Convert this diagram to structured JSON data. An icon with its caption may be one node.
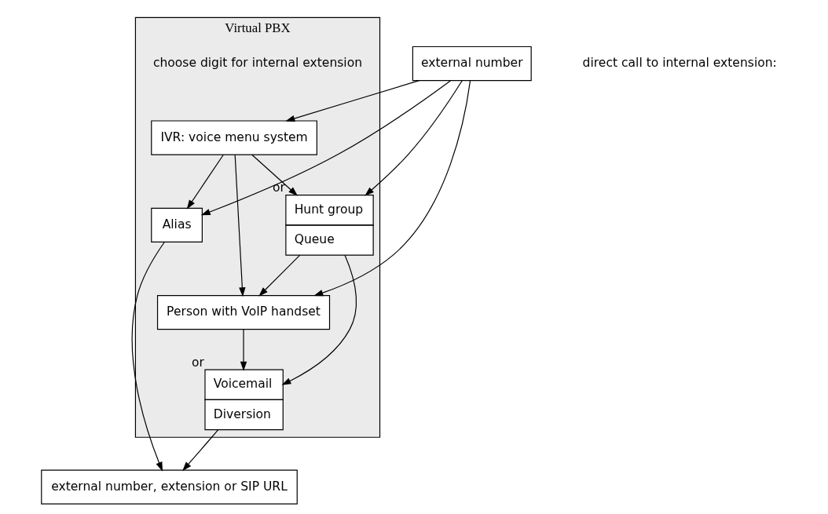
{
  "diagram": {
    "nodes": [
      {
        "text": [
          "external number"
        ]
      },
      {
        "text": [
          "Virtual PBX"
        ]
      },
      {
        "text": [
          "IVR: voice menu system"
        ],
        "in": 1
      },
      {
        "text": [
          "Person with VoIP handset"
        ],
        "in": 1
      },
      {
        "text": [
          "Hunt group",
          "Queue"
        ],
        "beside": [
          "or"
        ],
        "in": 1
      },
      {
        "text": [
          "Voicemail",
          "Diversion"
        ],
        "beside": [
          "or"
        ],
        "in": 1
      },
      {
        "text": [
          "Alias"
        ],
        "in": 1
      },
      {
        "text": [
          "external number, extension or SIP URL"
        ]
      }
    ],
    "edges": [
      {
        "from": 0,
        "to": 2,
        "arrow": "to"
      },
      {
        "from": 0,
        "to": 3,
        "arrow": "to"
      },
      {
        "from": 0,
        "to": 4,
        "arrow": "to"
      },
      {
        "from": 0,
        "to": 6,
        "arrow": "to"
      },
      {
        "from": 2,
        "to": 6,
        "arrow": "to"
      },
      {
        "from": 2,
        "to": 4,
        "arrow": "to"
      },
      {
        "from": 2,
        "to": 3,
        "arrow": "to"
      },
      {
        "from": 4,
        "to": 3,
        "arrow": "to"
      },
      {
        "from": 3,
        "to": 5,
        "arrow": "to"
      },
      {
        "from": 4,
        "to": 5,
        "arrow": "to"
      },
      {
        "from": 6,
        "to": 7,
        "arrow": "to"
      },
      {
        "from": 5,
        "to": 7,
        "arrow": "to"
      }
    ],
    "labels": [
      "choose digit for internal extension",
      "direct call to internal extension:"
    ]
  }
}
